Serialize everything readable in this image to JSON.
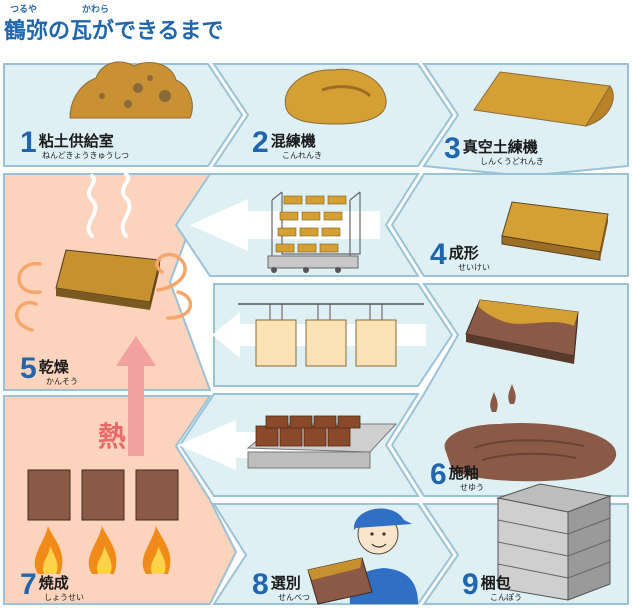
{
  "title": {
    "text": "鶴弥の瓦ができるまで",
    "ruby_tsuruya": "つるや",
    "ruby_kawara": "かわら"
  },
  "heat_label": "熱",
  "steps": [
    {
      "num": "1",
      "name": "粘土供給室",
      "kana": "ねんどきょうきゅうしつ"
    },
    {
      "num": "2",
      "name": "混練機",
      "kana": "こんれんき"
    },
    {
      "num": "3",
      "name": "真空土練機",
      "kana": "しんくうどれんき"
    },
    {
      "num": "4",
      "name": "成形",
      "kana": "せいけい"
    },
    {
      "num": "5",
      "name": "乾燥",
      "kana": "かんそう"
    },
    {
      "num": "6",
      "name": "施釉",
      "kana": "せゆう"
    },
    {
      "num": "7",
      "name": "焼成",
      "kana": "しょうせい"
    },
    {
      "num": "8",
      "name": "選別",
      "kana": "せんべつ"
    },
    {
      "num": "9",
      "name": "梱包",
      "kana": "こんぽう"
    }
  ],
  "colors": {
    "title_blue": "#1f66ad",
    "panel_blue": "#dff0f4",
    "panel_edge": "#9ac2d6",
    "dry_panel": "#fcd3bd",
    "heat_red": "#e86a6a",
    "clay_brown": "#c7912f",
    "glaze_brown": "#8a5a47"
  }
}
